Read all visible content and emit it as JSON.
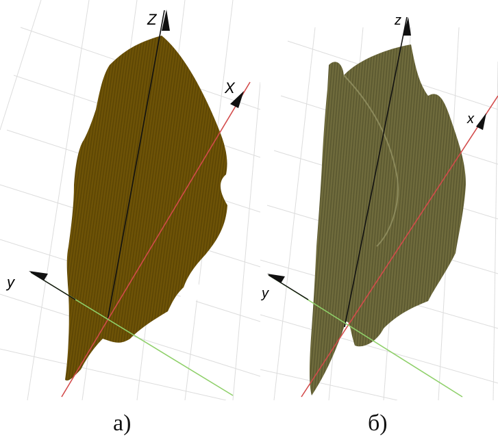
{
  "figure": {
    "panels": [
      {
        "caption": "a)",
        "axes": {
          "z": "Z",
          "x": "X",
          "y": "y"
        },
        "colors": {
          "surface": "#6e5306",
          "surface_dark": "#5a4405",
          "axis_x": "#d34b4b",
          "axis_y": "#8fd06a",
          "axis_z": "#111111",
          "grid": "#d9d9d9"
        }
      },
      {
        "caption": "б)",
        "axes": {
          "z": "z",
          "x": "x",
          "y": "y"
        },
        "colors": {
          "surface": "#6f6b3c",
          "surface_dark": "#58562f",
          "axis_x": "#d34b4b",
          "axis_y": "#8fd06a",
          "axis_z": "#111111",
          "grid": "#d9d9d9"
        }
      }
    ]
  }
}
